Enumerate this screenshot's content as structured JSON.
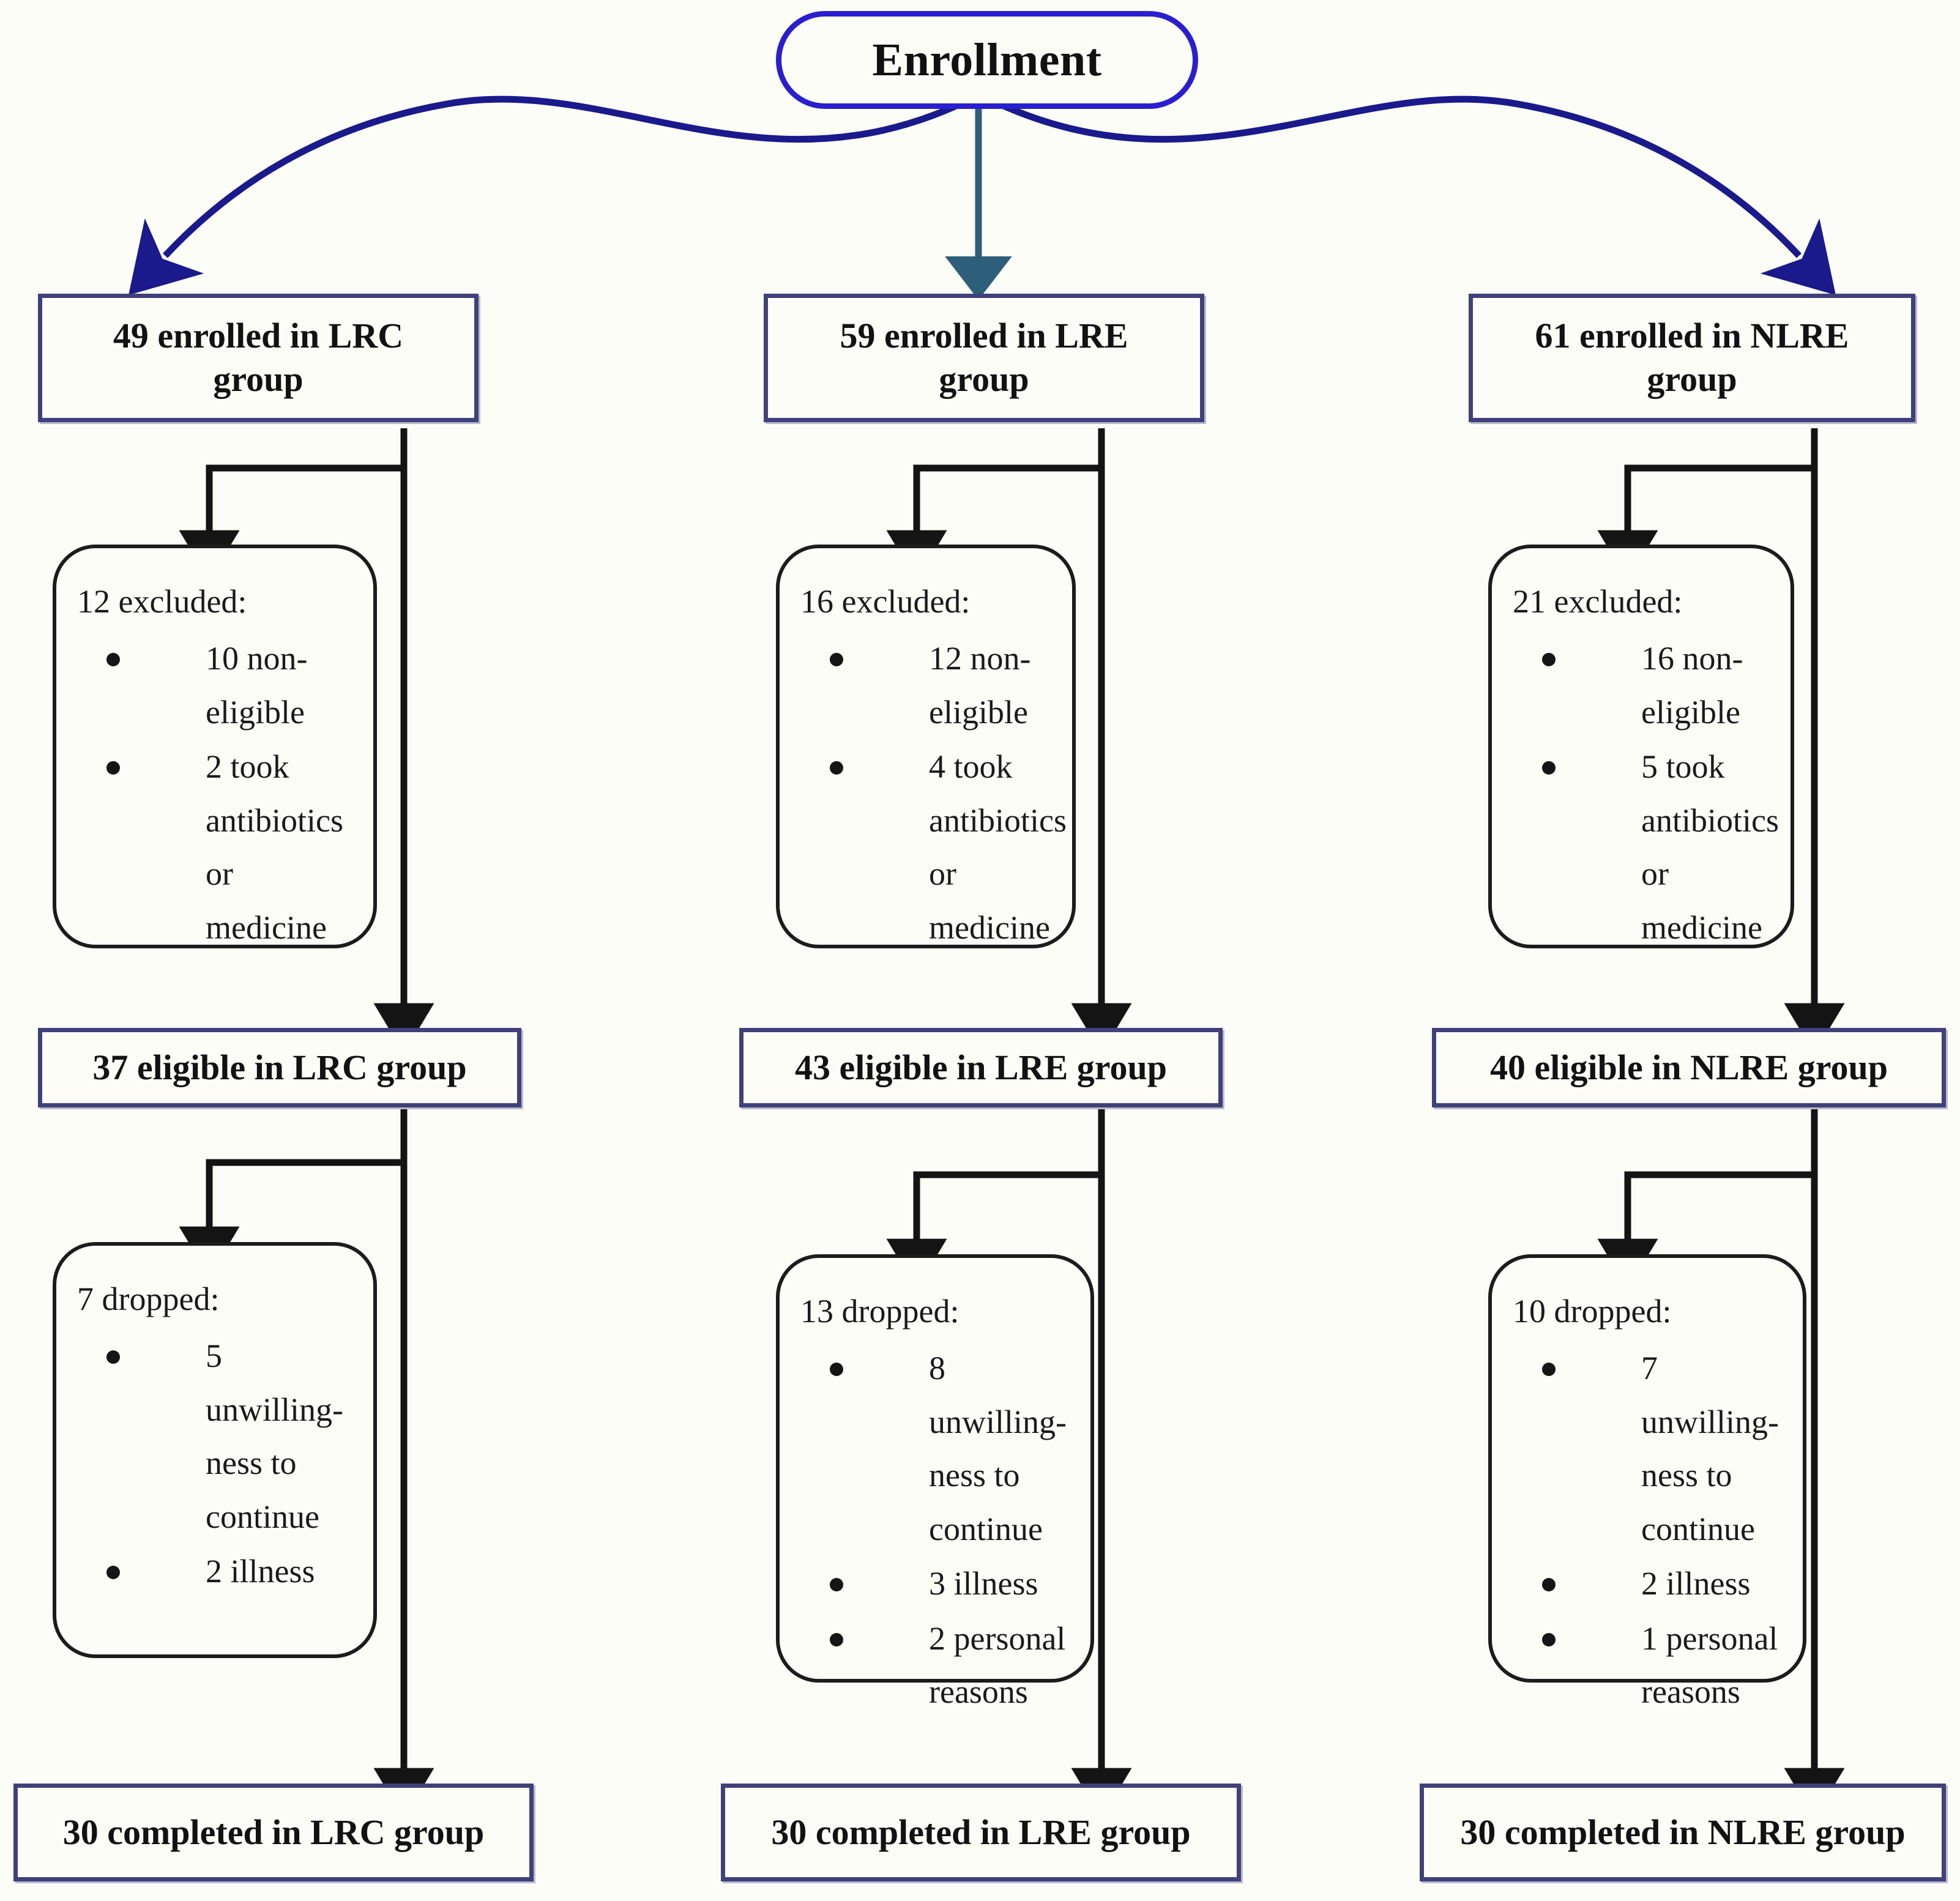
{
  "diagram": {
    "title": "Enrollment",
    "type": "consort-flow-diagram",
    "colors": {
      "enrollment_border": "#2a1fd0",
      "box_border": "#40407a",
      "note_border": "#1c1c1c",
      "curved_arrow": "#1a1a8c",
      "straight_arrow": "#2d5f7a",
      "connector": "#1c1c1c",
      "page_background": "#fdfdf8"
    }
  },
  "enrollment": {
    "label": "Enrollment"
  },
  "columns": [
    {
      "key": "lrc",
      "enrolled": {
        "line1": "49 enrolled in LRC",
        "line2": "group"
      },
      "excluded": {
        "head": "12 excluded:",
        "items": [
          "10 non-eligible",
          "2 took antibiotics or medicine"
        ]
      },
      "eligible": {
        "label": "37 eligible in LRC group"
      },
      "dropped": {
        "head": "7 dropped:",
        "items": [
          "5 unwilling-ness to continue",
          "2 illness"
        ]
      },
      "completed": {
        "label": "30 completed in LRC group"
      }
    },
    {
      "key": "lre",
      "enrolled": {
        "line1": "59 enrolled in LRE",
        "line2": "group"
      },
      "excluded": {
        "head": "16 excluded:",
        "items": [
          "12 non-eligible",
          "4 took antibiotics or medicine"
        ]
      },
      "eligible": {
        "label": "43 eligible in LRE group"
      },
      "dropped": {
        "head": "13 dropped:",
        "items": [
          "8 unwilling-ness to continue",
          "3 illness",
          "2 personal reasons"
        ]
      },
      "completed": {
        "label": "30 completed in LRE group"
      }
    },
    {
      "key": "nlre",
      "enrolled": {
        "line1": "61 enrolled in NLRE",
        "line2": "group"
      },
      "excluded": {
        "head": "21 excluded:",
        "items": [
          "16 non-eligible",
          "5 took antibiotics or medicine"
        ]
      },
      "eligible": {
        "label": "40 eligible in NLRE group"
      },
      "dropped": {
        "head": "10 dropped:",
        "items": [
          "7 unwilling-ness to continue",
          "2 illness",
          "1 personal reasons"
        ]
      },
      "completed": {
        "label": "30 completed in NLRE group"
      }
    }
  ]
}
